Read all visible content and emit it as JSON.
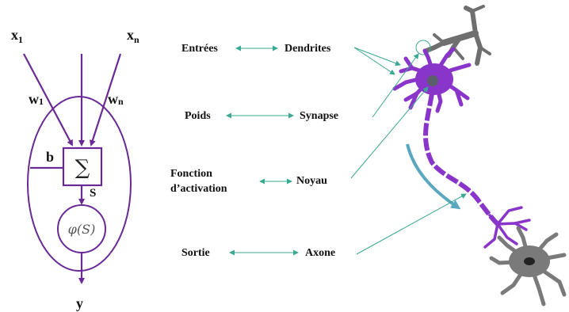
{
  "perceptron": {
    "input_1": "x",
    "input_1_sub": "1",
    "input_n": "x",
    "input_n_sub": "n",
    "weight_1": "w",
    "weight_1_sub": "1",
    "weight_n": "w",
    "weight_n_sub": "n",
    "bias": "b",
    "sum_symbol": "∑",
    "sum_output": "S",
    "activation": "φ(S)",
    "output": "y"
  },
  "correspondence": {
    "rows": [
      {
        "left": "Entrées",
        "right": "Dendrites"
      },
      {
        "left": "Poids",
        "right": "Synapse"
      },
      {
        "left_line1": "Fonction",
        "left_line2": "d’activation",
        "right": "Noyau"
      },
      {
        "left": "Sortie",
        "right": "Axone"
      }
    ]
  },
  "colors": {
    "purple": "#6a2a96",
    "neuron_purple": "#8a35c9",
    "teal": "#3aa892",
    "gray": "#6f6f6f",
    "blue_arrow": "#5aa8c0"
  }
}
